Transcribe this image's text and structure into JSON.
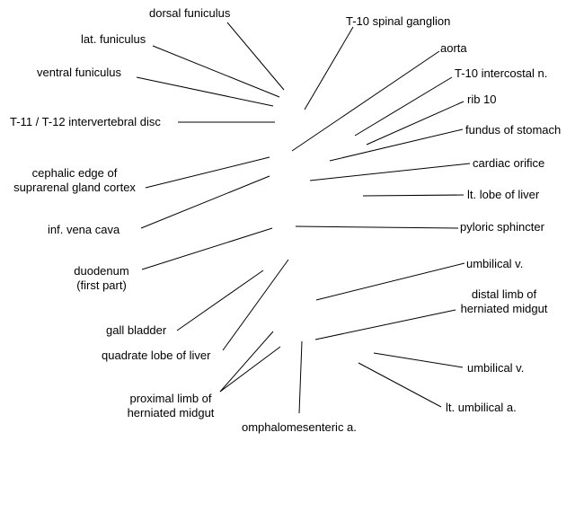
{
  "labels": {
    "dorsal_funiculus": "dorsal funiculus",
    "lat_funiculus": "lat. funiculus",
    "ventral_funiculus": "ventral funiculus",
    "intervertebral_disc": "T-11 / T-12 intervertebral disc",
    "suprarenal_line1": "cephalic edge of",
    "suprarenal_line2": "suprarenal gland cortex",
    "inf_vena_cava": "inf. vena cava",
    "duodenum_line1": "duodenum",
    "duodenum_line2": "(first part)",
    "gall_bladder": "gall bladder",
    "quadrate_lobe": "quadrate lobe of liver",
    "proximal_limb_line1": "proximal limb of",
    "proximal_limb_line2": "herniated midgut",
    "omphalomesenteric": "omphalomesenteric a.",
    "spinal_ganglion": "T-10 spinal ganglion",
    "aorta": "aorta",
    "intercostal": "T-10 intercostal n.",
    "rib": "rib 10",
    "fundus": "fundus of stomach",
    "cardiac_orifice": "cardiac orifice",
    "lt_lobe_liver": "lt. lobe of liver",
    "pyloric_sphincter": "pyloric sphincter",
    "umbilical_v_upper": "umbilical v.",
    "distal_limb_line1": "distal limb of",
    "distal_limb_line2": "herniated midgut",
    "umbilical_v_lower": "umbilical v.",
    "lt_umbilical_a": "lt. umbilical a."
  }
}
